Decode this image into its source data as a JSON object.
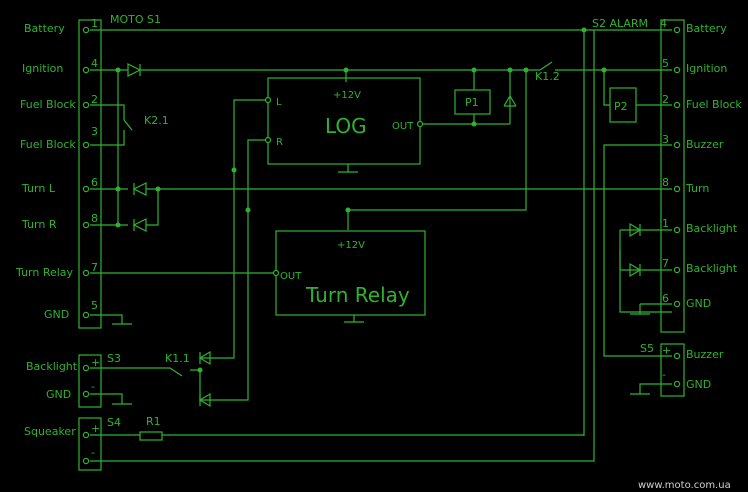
{
  "s1": {
    "title": "MOTO  S1",
    "pins": [
      {
        "label": "Battery",
        "num": "1"
      },
      {
        "label": "Ignition",
        "num": "4"
      },
      {
        "label": "Fuel Block",
        "num": "2"
      },
      {
        "label": "Fuel Block",
        "num": "3"
      },
      {
        "label": "Turn L",
        "num": "6"
      },
      {
        "label": "Turn R",
        "num": "8"
      },
      {
        "label": "Turn Relay",
        "num": "7"
      },
      {
        "label": "GND",
        "num": "5"
      }
    ]
  },
  "s2": {
    "title": "S2  ALARM",
    "pins": [
      {
        "label": "Battery",
        "num": "4"
      },
      {
        "label": "Ignition",
        "num": "5"
      },
      {
        "label": "Fuel Block",
        "num": "2"
      },
      {
        "label": "Buzzer",
        "num": "3"
      },
      {
        "label": "Turn",
        "num": "8"
      },
      {
        "label": "Backlight",
        "num": "1"
      },
      {
        "label": "Backlight",
        "num": "7"
      },
      {
        "label": "GND",
        "num": "6"
      }
    ]
  },
  "s3": {
    "title": "S3",
    "pins": [
      {
        "label": "Backlight",
        "num": "+"
      },
      {
        "label": "GND",
        "num": "-"
      }
    ]
  },
  "s4": {
    "title": "S4",
    "pins": [
      {
        "label": "Squeaker",
        "num": "+"
      },
      {
        "label": "",
        "num": "-"
      }
    ]
  },
  "s5": {
    "title": "S5",
    "pins": [
      {
        "label": "Buzzer",
        "num": "+"
      },
      {
        "label": "GND",
        "num": "-"
      }
    ]
  },
  "log": {
    "title": "LOG",
    "supply": "+12V",
    "in_l": "L",
    "in_r": "R",
    "out": "OUT"
  },
  "turn_relay": {
    "title": "Turn Relay",
    "supply": "+12V",
    "out": "OUT"
  },
  "parts": {
    "k21": "K2.1",
    "k12": "K1.2",
    "k11": "K1.1",
    "p1": "P1",
    "p2": "P2",
    "r1": "R1"
  },
  "watermark": "www.moto.com.ua",
  "colors": {
    "wire": "#2fb32f",
    "background": "#000000"
  }
}
